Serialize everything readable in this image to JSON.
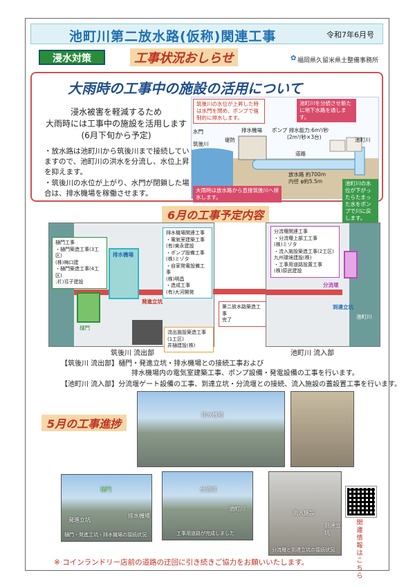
{
  "header": {
    "title": "池町川第二放水路(仮称)関連工事",
    "date": "令和7年6月号",
    "badge": "浸水対策",
    "newsletter_title": "工事状況おしらせ",
    "office": "福岡県久留米県土整備事務所"
  },
  "top": {
    "heading": "大雨時の工事中の施設の活用について",
    "lead_lines": [
      "浸水被害を軽減するため",
      "大雨時には工事中の施設を活用します",
      "(6月下旬から予定)"
    ],
    "bullets": [
      "・放水路は池町川から筑後川まで接続していますので、池町川の洪水を分流し、水位上昇を抑えます。",
      "・筑後川の水位が上がり、水門が閉鎖した場合は、排水機場を稼働させます。"
    ],
    "diagram": {
      "note_left": "筑後川の水位が上昇した時は水門を閉め、ポンプで強制的に排水します。",
      "note_right": "池町川を分続させ新たに地下水路を通します。",
      "note_bottom_left": "大雨時は放水路から直接筑後川へ排水します。",
      "note_bottom_right": "池町川の水位が下がったらたまった水をポンプで川に戻します。",
      "label_sluice": "水門",
      "label_chikugo": "筑後川",
      "label_pump_station": "排水機場",
      "label_levee": "堤防",
      "label_pump": "ポンプ 排水能力:6m³/秒",
      "label_pump_detail": "(2m³/秒×3台)",
      "label_road": "道路",
      "label_ikemachi": "池町川",
      "label_channel": "放水路 約700m",
      "label_diameter": "内径 φ約5.5m"
    }
  },
  "june": {
    "heading": "6月の工事予定内容",
    "left_map": {
      "box_sluice_title": "樋門工事",
      "box_sluice_items": [
        "・樋門築造工事(3工区)",
        "(株)梅口建",
        "・樋門築造工事(4工区)",
        "(株)福子建設"
      ],
      "box_pump_title": "排水機場関連工事",
      "box_pump_items": [
        "・電気室建築工事",
        "(有)東永建設",
        "・ポンプ設備工事",
        "(株)ミゾタ",
        "・自家発電設備工事",
        "(株)明昌",
        "・造成工事",
        "(有)大河開発"
      ],
      "box_inflow": "流出施設築造工事(1工区)",
      "box_inflow_sub": "井樋建設(株)",
      "label_pump_station": "排水機場",
      "label_start_shaft": "発進立坑",
      "label_chikugo": "筑後川",
      "label_sluice": "樋門",
      "label_tunnel": "第二放水路築造工事",
      "label_tunnel_sub": "完了",
      "caption": "筑後川 流出部"
    },
    "right_map": {
      "box_title": "分流堰関連工事",
      "box_items": [
        "・分流堰上部工工事",
        "(株)ミゾタ",
        "・流入施設築造工事(2工区)",
        "九州環境建設(株)",
        "・工事用道路設置工事",
        "(株)原武建設"
      ],
      "label_weir": "分流堰",
      "label_arrival_shaft": "到達立坑",
      "label_ikemachi": "池町川",
      "caption": "池町川 流入部"
    },
    "descriptions": [
      {
        "tag": "【筑後川 流出部】",
        "text": "樋門・発進立坑・排水機場との接続工事および"
      },
      {
        "tag": "",
        "text": "排水機場内の電気室建築工事、ポンプ設備・発電設備の工事を行います。"
      },
      {
        "tag": "【池町川 流入部】",
        "text": "分流堰ゲート設備の工事、到達立坑・分流堰との接続、流入施設の蓋設置工事を行います。"
      }
    ]
  },
  "may": {
    "heading": "5月の工事進捗",
    "photo_labels": {
      "top_center": "排水機場",
      "bottom_left_1": "樋門",
      "bottom_left_2": "発進立坑",
      "bottom_left_3": "排水機場",
      "bottom_left_caption": "樋門・発進立坑・排水機場の接続状況",
      "bottom_mid_1": "分流堰",
      "bottom_mid_2": "池町川",
      "bottom_mid_caption": "工事用道路が完成しました",
      "bottom_right_1": "流入施設",
      "bottom_right_2": "到達立坑",
      "bottom_right_caption": "分流堰と到達立坑の接続状況"
    }
  },
  "qr_note": "関連情報はこちら",
  "footer": "※ コインランドリー店前の道路の迂回に引き続きご協力をお願いいたします。"
}
